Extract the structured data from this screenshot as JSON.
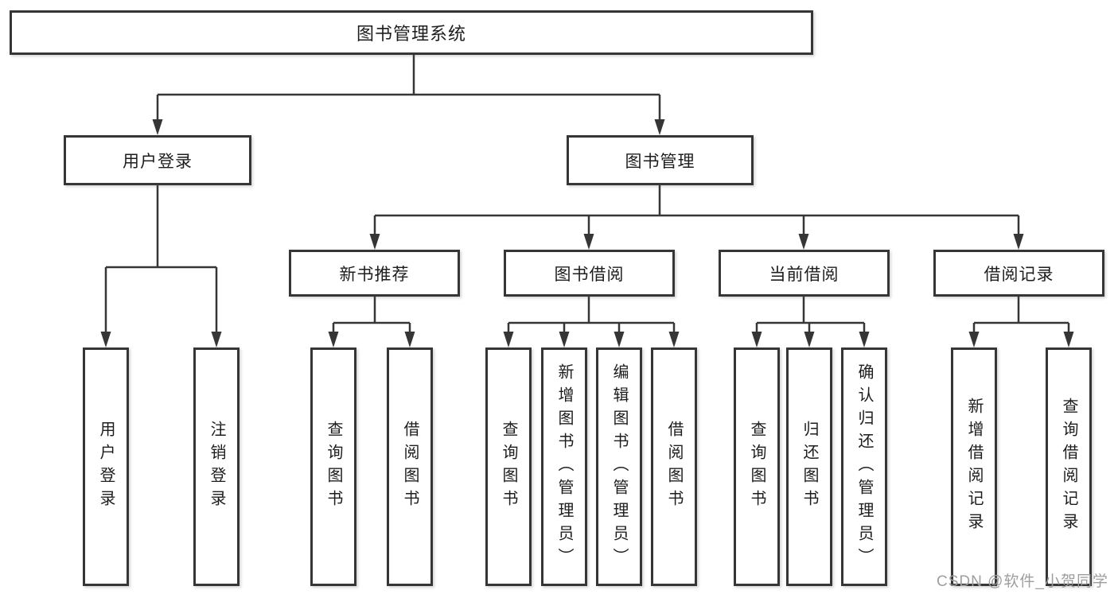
{
  "diagram": {
    "title": "图书管理系统",
    "level2": [
      {
        "label": "用户登录"
      },
      {
        "label": "图书管理"
      }
    ],
    "level3": [
      {
        "label": "新书推荐"
      },
      {
        "label": "图书借阅"
      },
      {
        "label": "当前借阅"
      },
      {
        "label": "借阅记录"
      }
    ],
    "leaves": {
      "user_login": [
        {
          "label": "用户登录"
        },
        {
          "label": "注销登录"
        }
      ],
      "new_book_recommend": [
        {
          "label": "查询图书"
        },
        {
          "label": "借阅图书"
        }
      ],
      "book_borrowing": [
        {
          "label": "查询图书"
        },
        {
          "label": "新增图书（管理员）"
        },
        {
          "label": "编辑图书（管理员）"
        },
        {
          "label": "借阅图书"
        }
      ],
      "current_borrowing": [
        {
          "label": "查询图书"
        },
        {
          "label": "归还图书"
        },
        {
          "label": "确认归还（管理员）"
        }
      ],
      "borrowing_records": [
        {
          "label": "新增借阅记录"
        },
        {
          "label": "查询借阅记录"
        }
      ]
    }
  },
  "watermark": {
    "text": "CSDN @软件_小贺同学"
  },
  "colors": {
    "line": "#363636",
    "text": "#1d1d1f",
    "watermark": "#9e9e9e",
    "background": "#ffffff"
  }
}
